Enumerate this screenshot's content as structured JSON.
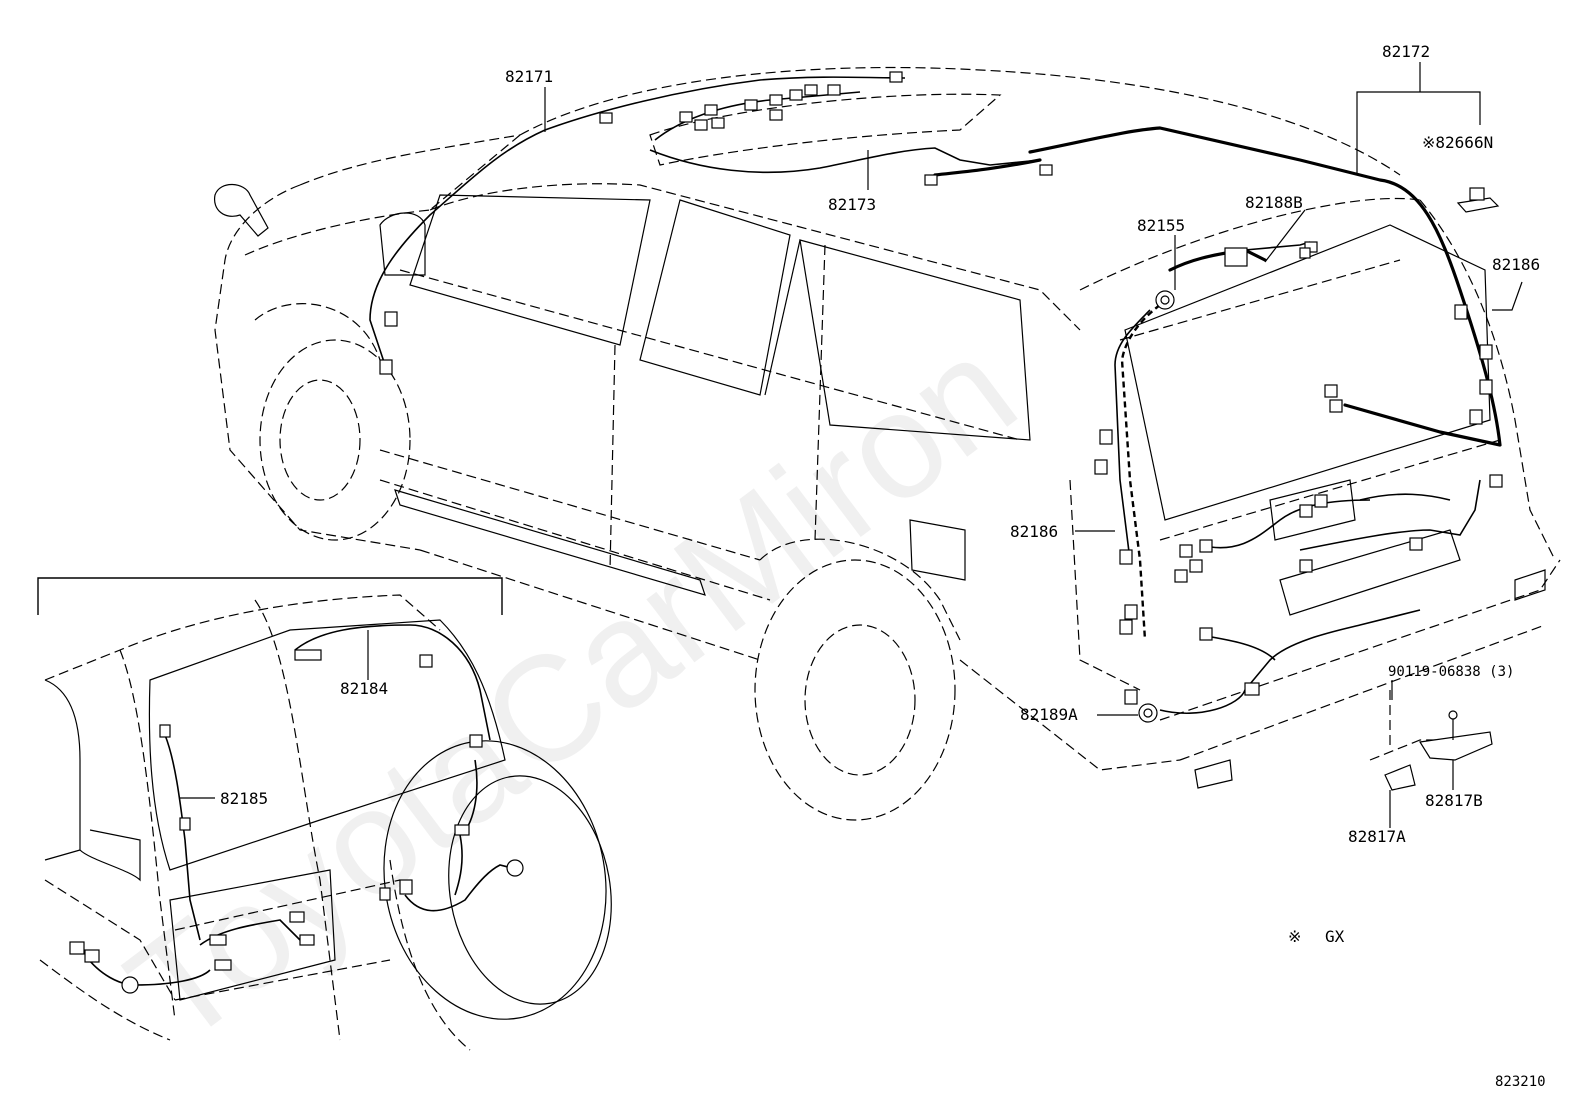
{
  "watermark": "ToyotaCarMiron",
  "parts": {
    "p82171": "82171",
    "p82172": "82172",
    "p82666N": "※82666N",
    "p82173": "82173",
    "p82188B": "82188B",
    "p82155": "82155",
    "p82186_right": "82186",
    "p82186_mid": "82186",
    "p82189A": "82189A",
    "p90119": "90119-06838 (3)",
    "p82817B": "82817B",
    "p82817A": "82817A",
    "p82184": "82184",
    "p82185": "82185"
  },
  "legend": {
    "mark": "※",
    "text": "GX"
  },
  "figure_code": "823210"
}
